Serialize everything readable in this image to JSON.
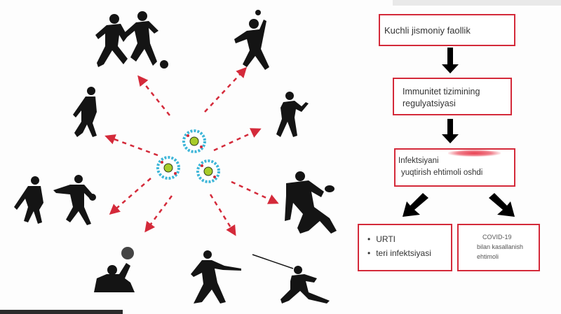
{
  "flow": {
    "box1": "Kuchli jismoniy faollik",
    "box2_line1": "Immunitet tizimining",
    "box2_line2": "regulyatsiyasi",
    "box3_line1": "Infektsiyani",
    "box3_line2": "yuqtirish ehtimoli oshdi",
    "box4_items": [
      "URTI",
      "teri infektsiyasi"
    ],
    "box5_line1": "COVID-19",
    "box5_line2": "bilan kasallanish",
    "box5_line3": "ehtimoli"
  },
  "colors": {
    "box_border": "#d42a3a",
    "dashed_arrow": "#d42a3a",
    "flow_arrow": "#000000",
    "silhouette": "#141414",
    "virus_ring": "#3fb6d8",
    "virus_core": "#a8cc2a"
  },
  "icons": [
    "soccer-players-silhouette",
    "handball-player-silhouette",
    "runner-silhouette",
    "tennis-player-silhouette",
    "basketball-players-silhouette",
    "rugby-players-silhouette",
    "water-polo-player-silhouette",
    "javelin-thrower-silhouette",
    "fencer-silhouette",
    "virus-cell-icon"
  ]
}
